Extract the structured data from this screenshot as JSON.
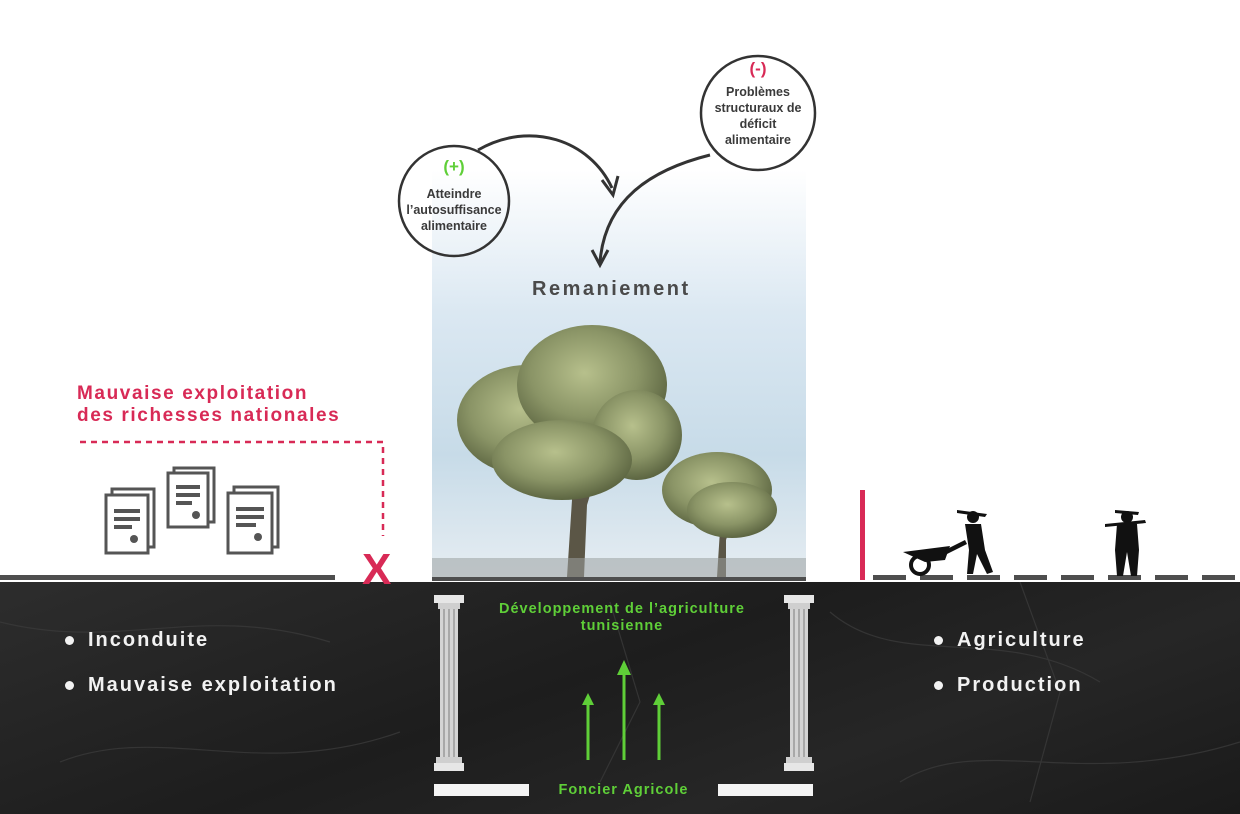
{
  "title": "Remaniement",
  "positive": {
    "sign": "(+)",
    "line1": "Atteindre",
    "line2": "l’autosuffisance",
    "line3": "alimentaire"
  },
  "negative": {
    "sign": "(-)",
    "line1": "Problèmes",
    "line2": "structuraux de",
    "line3": "déficit",
    "line4": "alimentaire"
  },
  "left_heading": {
    "line1": "Mauvaise exploitation",
    "line2": "des richesses nationales"
  },
  "cross_mark": "X",
  "left_bullets": [
    "Inconduite",
    "Mauvaise exploitation"
  ],
  "right_bullets": [
    "Agriculture",
    "Production"
  ],
  "pillar_top": {
    "line1": "Développement de l’agriculture",
    "line2": "tunisienne"
  },
  "pillar_base": "Foncier Agricole",
  "colors": {
    "accent_red": "#d82a56",
    "accent_green": "#5fcf38",
    "dark": "#1f1f1f",
    "gray": "#4e4e4e"
  }
}
